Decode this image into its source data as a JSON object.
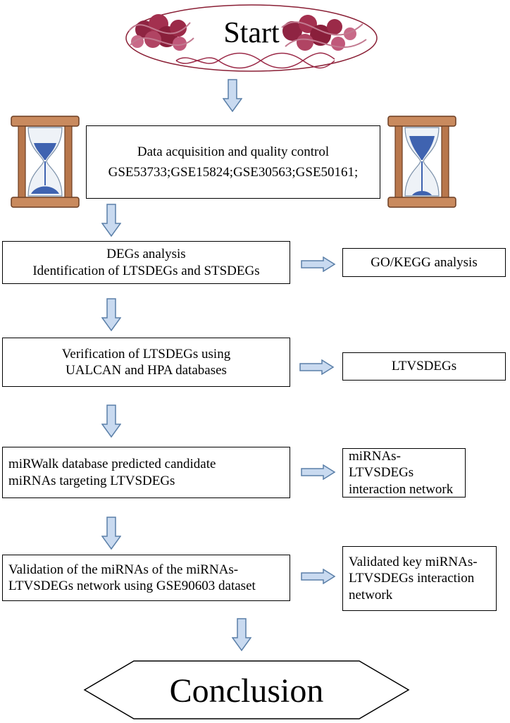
{
  "start": {
    "label": "Start"
  },
  "step1": {
    "line1": "Data acquisition and quality control",
    "line2": "GSE53733;GSE15824;GSE30563;GSE50161;"
  },
  "step2": {
    "line1": "DEGs analysis",
    "line2": "Identification of LTSDEGs and STSDEGs",
    "side": "GO/KEGG analysis"
  },
  "step3": {
    "line1": "Verification of LTSDEGs using",
    "line2": "UALCAN and HPA databases",
    "side": "LTVSDEGs"
  },
  "step4": {
    "line1": "miRWalk database predicted candidate",
    "line2": "miRNAs targeting LTVSDEGs",
    "side_line1": "miRNAs-LTVSDEGs",
    "side_line2": "interaction network"
  },
  "step5": {
    "line1": "Validation of the miRNAs of the miRNAs-",
    "line2": "LTVSDEGs network using GSE90603 dataset",
    "side_line1": "Validated key miRNAs-",
    "side_line2": "LTVSDEGs interaction",
    "side_line3": "network"
  },
  "conclusion": {
    "label": "Conclusion"
  },
  "icons": [
    "dna-icon",
    "hourglass-icon",
    "down-arrow-icon",
    "right-arrow-icon"
  ],
  "colors": {
    "arrow_fill": "#c9daf0",
    "arrow_stroke": "#5a7fa8",
    "hourglass_wood": "#c98a5e",
    "sand": "#3f63b0",
    "dna": "#9b2a48"
  }
}
